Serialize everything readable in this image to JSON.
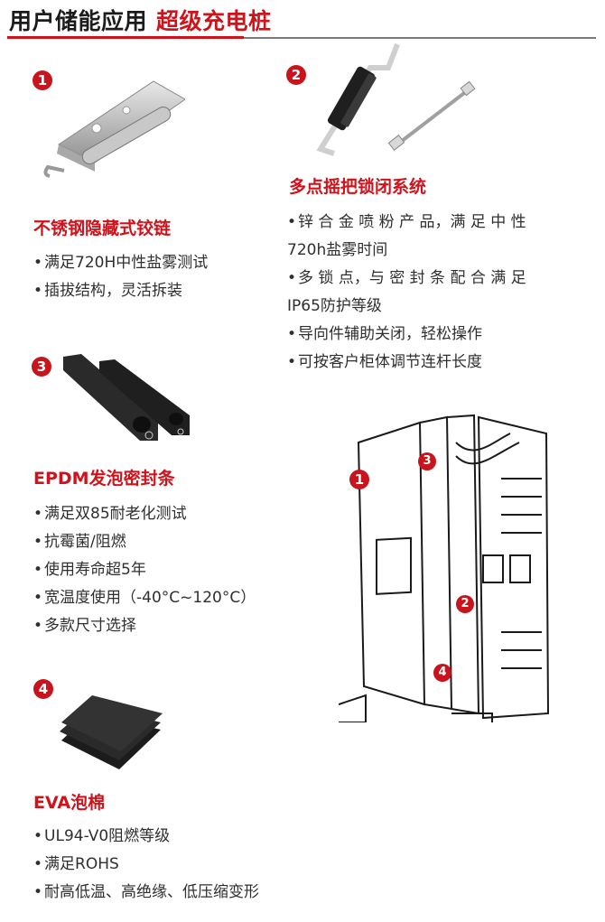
{
  "header": {
    "title_black": "用户储能应用",
    "title_red": "超级充电桩",
    "accent_color": "#d0121b",
    "rule_gray_color": "#7a7a7a"
  },
  "products": [
    {
      "number": "1",
      "title": "不锈钢隐藏式铰链",
      "image": "stainless-hinge",
      "bullets": [
        "满足720H中性盐雾测试",
        "插拔结构，灵活拆装"
      ]
    },
    {
      "number": "2",
      "title": "多点摇把锁闭系统",
      "image": "multipoint-lock-and-rod",
      "bullets": [
        {
          "line1": "锌 合 金 喷 粉 产 品，满 足 中 性",
          "line2": "720h盐雾时间"
        },
        {
          "line1": "多 锁 点，与 密 封 条 配 合 满 足",
          "line2": "IP65防护等级"
        },
        {
          "line1": "导向件辅助关闭，轻松操作"
        },
        {
          "line1": "可按客户柜体调节连杆长度"
        }
      ]
    },
    {
      "number": "3",
      "title": "EPDM发泡密封条",
      "image": "epdm-seal-strips",
      "bullets": [
        "满足双85耐老化测试",
        "抗霉菌/阻燃",
        "使用寿命超5年",
        "宽温度使用（-40°C~120°C）",
        "多款尺寸选择"
      ]
    },
    {
      "number": "4",
      "title": "EVA泡棉",
      "image": "eva-foam-sheets",
      "bullets": [
        "UL94-V0阻燃等级",
        "满足ROHS",
        "耐高低温、高绝缘、低压缩变形"
      ]
    }
  ],
  "diagram": {
    "image": "charging-cabinet-open-door",
    "markers": [
      "1",
      "3",
      "2",
      "4"
    ]
  }
}
